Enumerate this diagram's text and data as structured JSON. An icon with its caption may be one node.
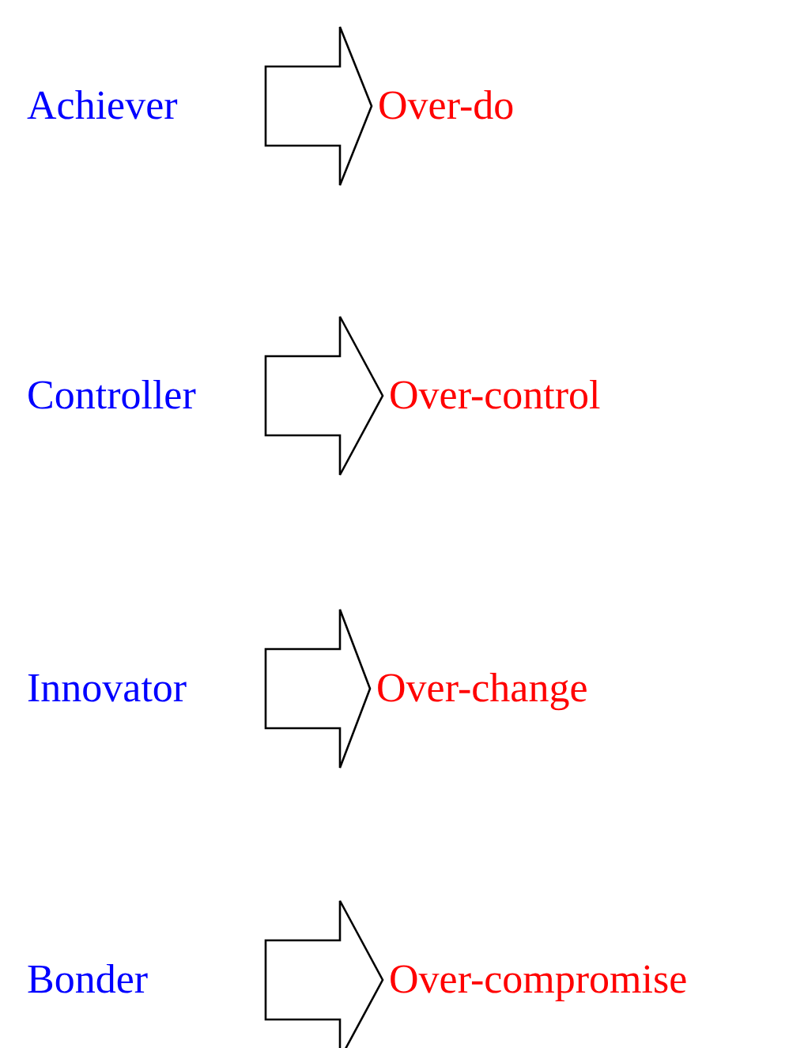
{
  "diagram": {
    "nodes": [
      {
        "text": [
          "Achiever"
        ]
      },
      {
        "text": [
          "Over-do"
        ]
      },
      {
        "text": [
          "Controller"
        ]
      },
      {
        "text": [
          "Over-control"
        ]
      },
      {
        "text": [
          "Innovator"
        ]
      },
      {
        "text": [
          "Over-change"
        ]
      },
      {
        "text": [
          "Bonder"
        ]
      },
      {
        "text": [
          "Over-compromise"
        ]
      }
    ],
    "edges": [
      {
        "from": 0,
        "to": 1,
        "arrow": "to"
      },
      {
        "from": 2,
        "to": 3,
        "arrow": "to"
      },
      {
        "from": 4,
        "to": 5,
        "arrow": "to"
      },
      {
        "from": 6,
        "to": 7,
        "arrow": "to"
      }
    ]
  }
}
